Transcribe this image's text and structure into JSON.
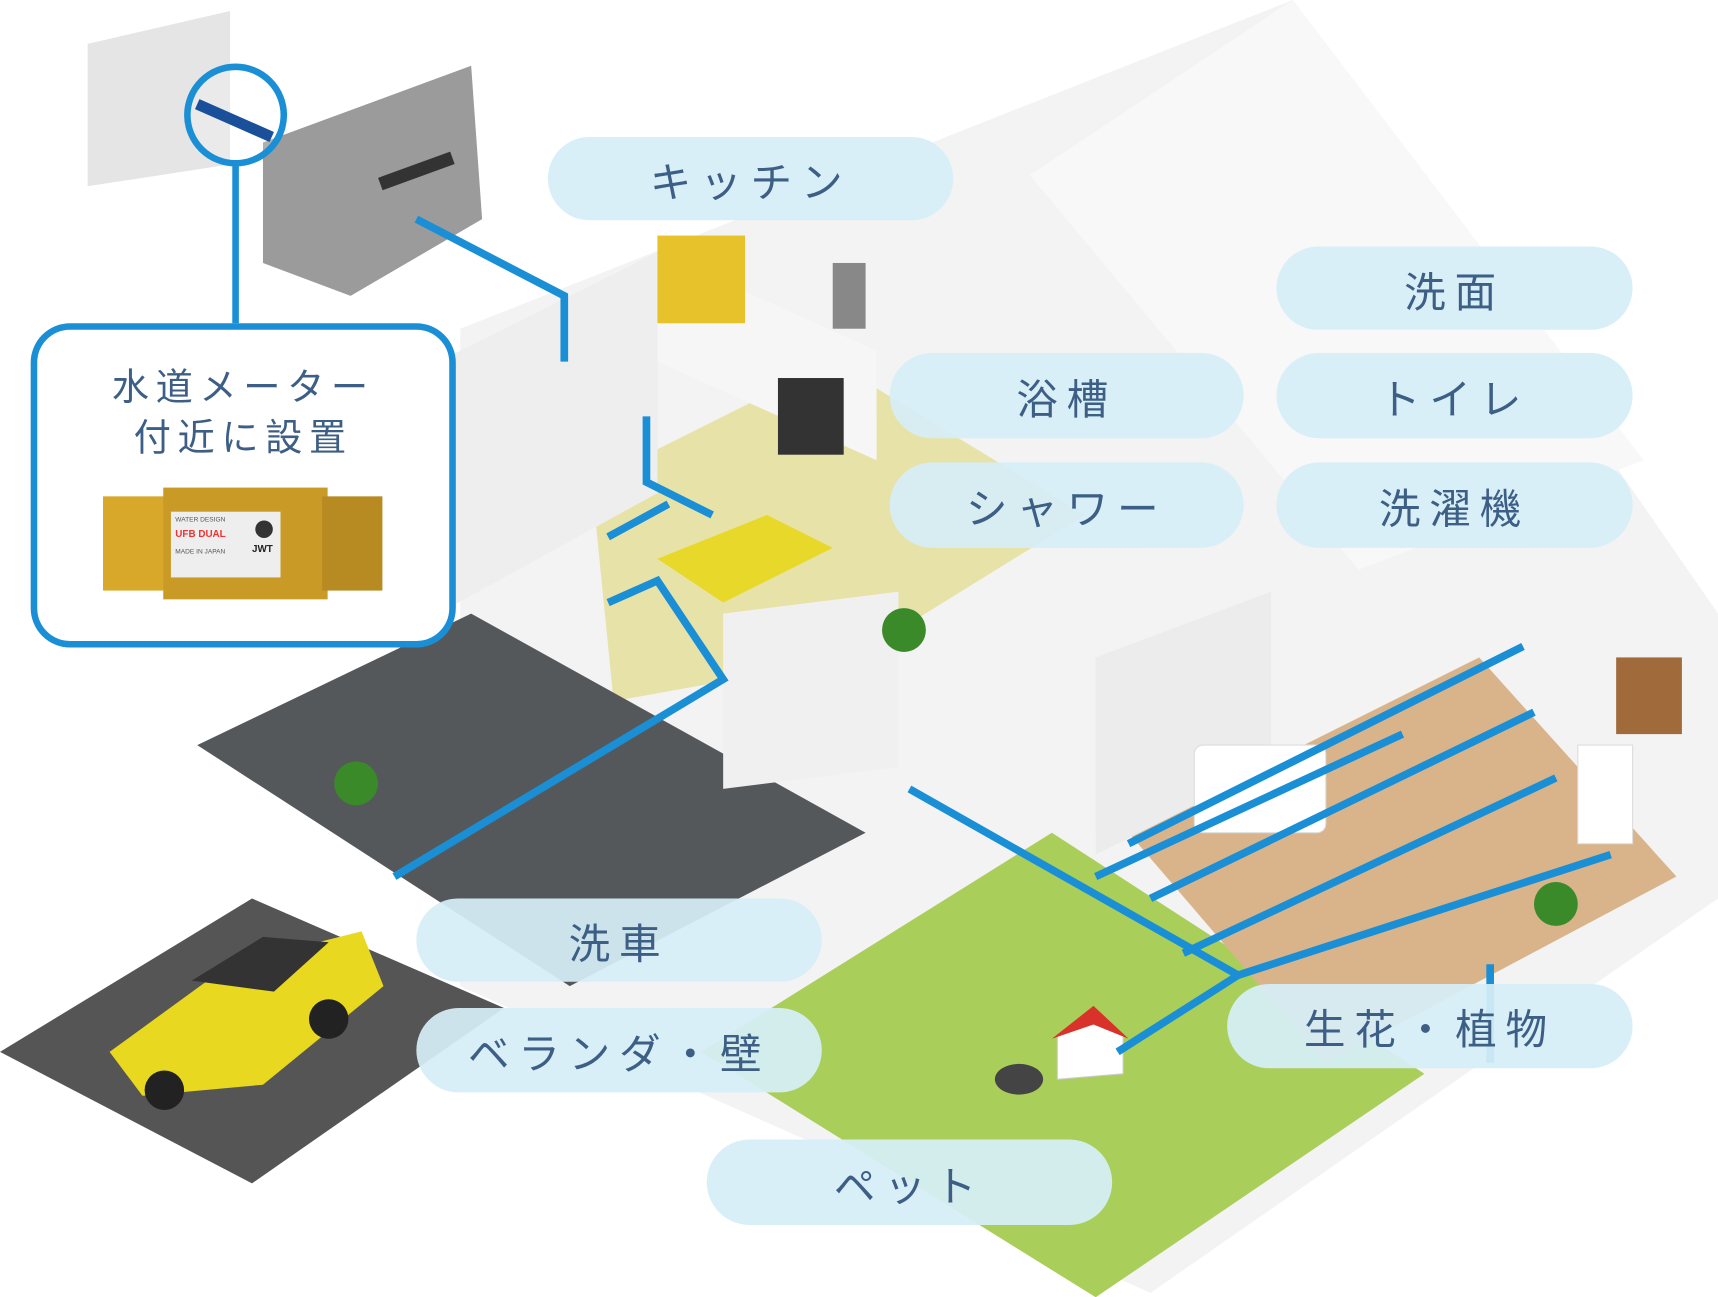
{
  "callout": {
    "line1": "水道メーター",
    "line2": "付近に設置",
    "device_label": [
      "WATER DESIGN",
      "UFB DUAL",
      "MADE IN JAPAN",
      "JWT"
    ]
  },
  "labels": {
    "kitchen": "キッチン",
    "washbasin": "洗面",
    "bathtub": "浴槽",
    "toilet": "トイレ",
    "shower": "シャワー",
    "washing_machine": "洗濯機",
    "car_wash": "洗車",
    "veranda_wall": "ベランダ・壁",
    "pet": "ペット",
    "plants": "生花・植物"
  },
  "colors": {
    "pipe": "#1a8fd6",
    "pill": "#d6eef8",
    "text": "#3d5f86",
    "lawn": "#a9cf5a"
  }
}
